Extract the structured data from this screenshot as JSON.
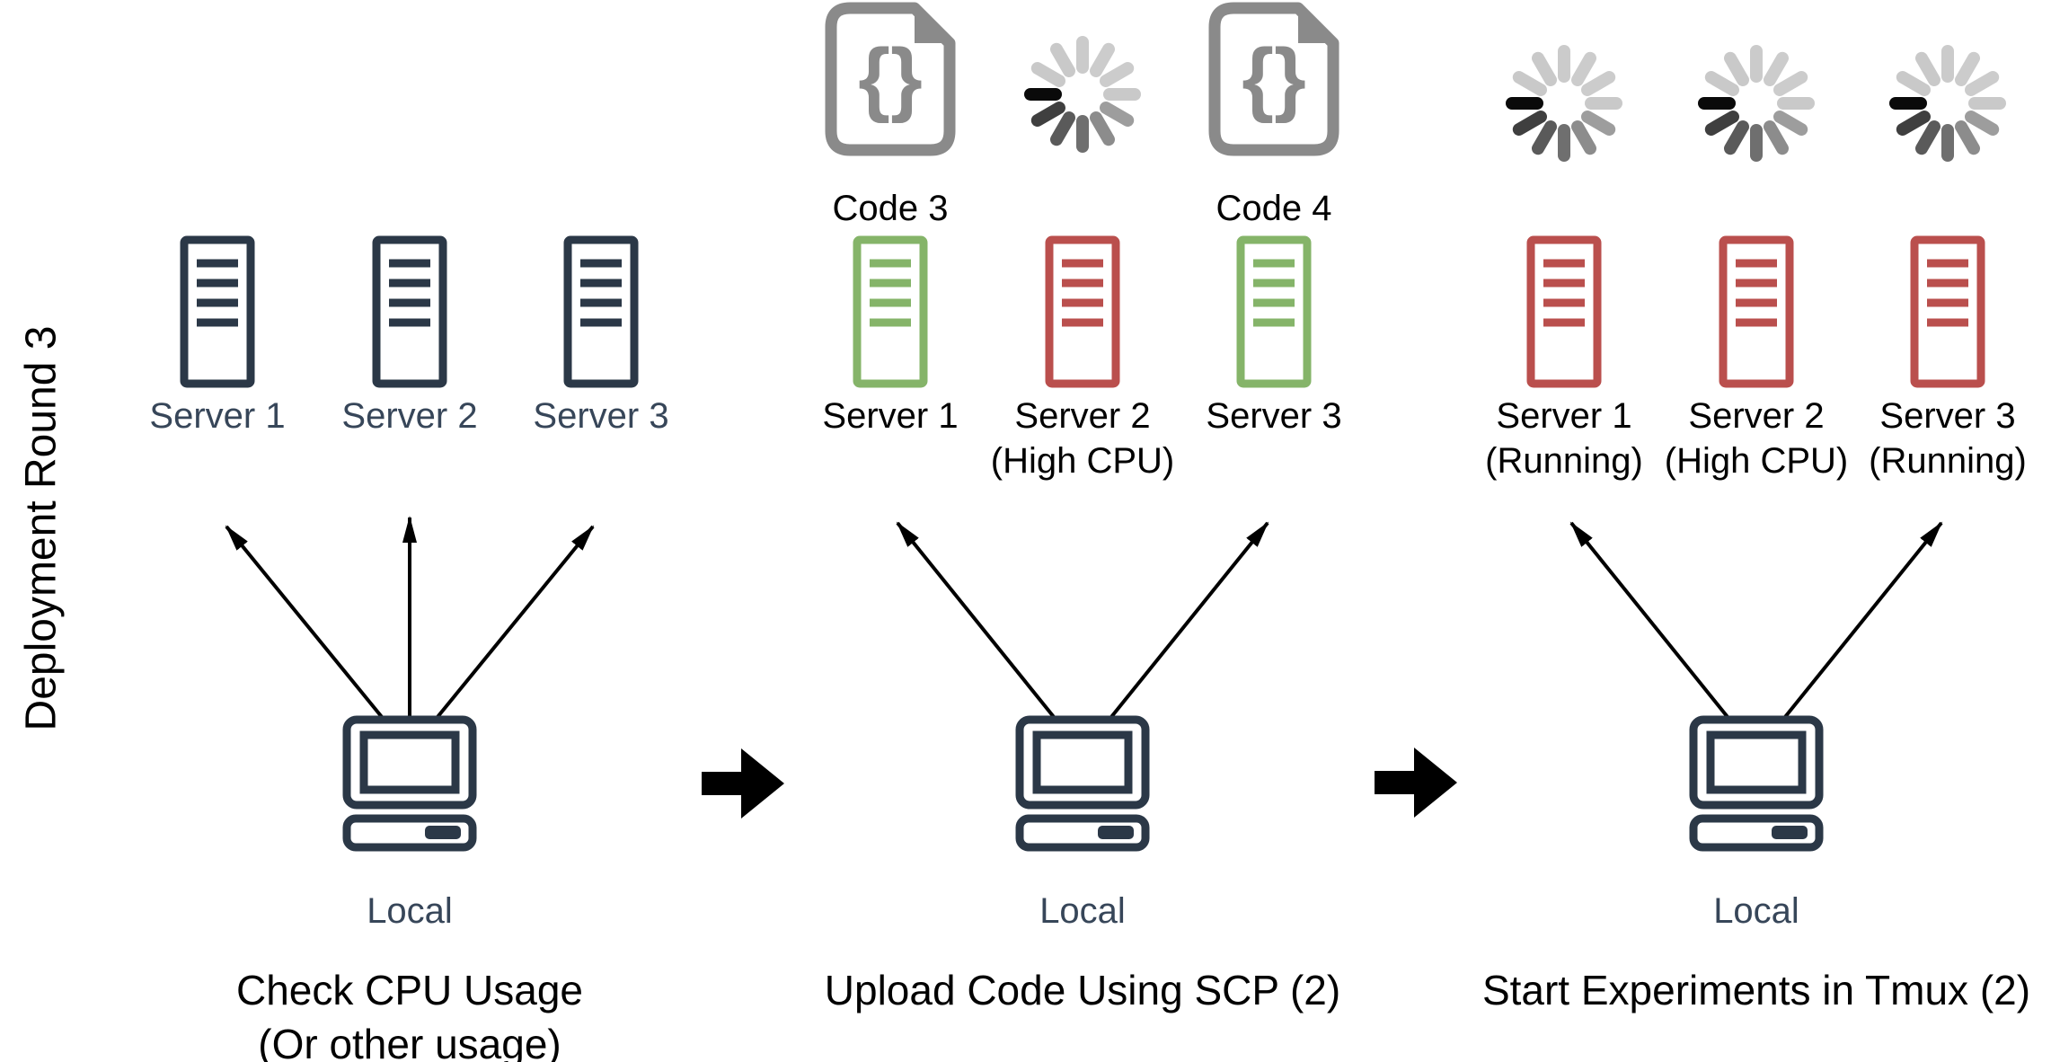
{
  "row_label": "Deployment Round 3",
  "colors": {
    "navy_icon": "#2b3847",
    "navy_text": "#374659",
    "green_server": "#85b469",
    "red_server": "#ba4f4d",
    "file_icon_gray": "#8a8a8a",
    "text_black": "#000000",
    "spinner_dark": "#0a0a0a",
    "spinner_light": "#c9c9c9"
  },
  "panels": [
    {
      "caption_line1": "Check CPU Usage",
      "caption_line2": "(Or other usage)",
      "local_label": "Local",
      "servers": [
        {
          "label": "Server 1",
          "sublabel": ""
        },
        {
          "label": "Server 2",
          "sublabel": ""
        },
        {
          "label": "Server 3",
          "sublabel": ""
        }
      ]
    },
    {
      "caption_line1": "Upload Code Using SCP (2)",
      "caption_line2": "",
      "local_label": "Local",
      "icons": [
        {
          "type": "code-file",
          "label": "Code 3"
        },
        {
          "type": "spinner",
          "label": ""
        },
        {
          "type": "code-file",
          "label": "Code 4"
        }
      ],
      "servers": [
        {
          "label": "Server 1",
          "sublabel": ""
        },
        {
          "label": "Server 2",
          "sublabel": "(High CPU)"
        },
        {
          "label": "Server 3",
          "sublabel": ""
        }
      ]
    },
    {
      "caption_line1": "Start Experiments in Tmux (2)",
      "caption_line2": "",
      "local_label": "Local",
      "icons": [
        {
          "type": "spinner",
          "label": ""
        },
        {
          "type": "spinner",
          "label": ""
        },
        {
          "type": "spinner",
          "label": ""
        }
      ],
      "servers": [
        {
          "label": "Server 1",
          "sublabel": "(Running)"
        },
        {
          "label": "Server 2",
          "sublabel": "(High CPU)"
        },
        {
          "label": "Server 3",
          "sublabel": "(Running)"
        }
      ]
    }
  ]
}
